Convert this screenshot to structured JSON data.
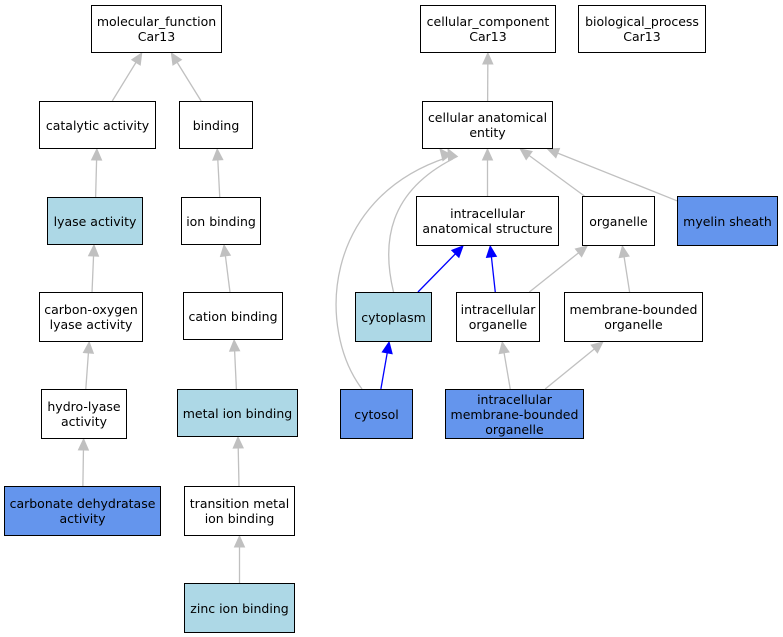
{
  "colors": {
    "default_fill": "#ffffff",
    "light_fill": "#add8e6",
    "dark_fill": "#6495ed",
    "gray_edge": "#c0c0c0",
    "blue_edge": "#0000ff"
  },
  "nodes": {
    "molecular_function": {
      "text": "molecular_function\nCar13",
      "fill": "white"
    },
    "catalytic_activity": {
      "text": "catalytic activity",
      "fill": "white"
    },
    "binding": {
      "text": "binding",
      "fill": "white"
    },
    "lyase_activity": {
      "text": "lyase activity",
      "fill": "light"
    },
    "ion_binding": {
      "text": "ion binding",
      "fill": "white"
    },
    "carbon_oxygen_lyase": {
      "text": "carbon-oxygen\nlyase activity",
      "fill": "white"
    },
    "cation_binding": {
      "text": "cation binding",
      "fill": "white"
    },
    "hydro_lyase": {
      "text": "hydro-lyase\nactivity",
      "fill": "white"
    },
    "metal_ion_binding": {
      "text": "metal ion binding",
      "fill": "light"
    },
    "carbonate_dehydratase": {
      "text": "carbonate dehydratase\nactivity",
      "fill": "dark"
    },
    "transition_metal_ion_binding": {
      "text": "transition metal\nion binding",
      "fill": "white"
    },
    "zinc_ion_binding": {
      "text": "zinc ion binding",
      "fill": "light"
    },
    "cellular_component": {
      "text": "cellular_component\nCar13",
      "fill": "white"
    },
    "biological_process": {
      "text": "biological_process\nCar13",
      "fill": "white"
    },
    "cellular_anatomical_entity": {
      "text": "cellular anatomical\nentity",
      "fill": "white"
    },
    "intracellular_anatomical_structure": {
      "text": "intracellular\nanatomical structure",
      "fill": "white"
    },
    "organelle": {
      "text": "organelle",
      "fill": "white"
    },
    "myelin_sheath": {
      "text": "myelin sheath",
      "fill": "dark"
    },
    "cytoplasm": {
      "text": "cytoplasm",
      "fill": "light"
    },
    "intracellular_organelle": {
      "text": "intracellular\norganelle",
      "fill": "white"
    },
    "membrane_bounded_organelle": {
      "text": "membrane-bounded\norganelle",
      "fill": "white"
    },
    "cytosol": {
      "text": "cytosol",
      "fill": "dark"
    },
    "intracellular_membrane_bounded_organelle": {
      "text": "intracellular\nmembrane-bounded\norganelle",
      "fill": "dark"
    }
  },
  "edges": [
    {
      "from": "catalytic_activity",
      "to": "molecular_function",
      "color": "gray"
    },
    {
      "from": "binding",
      "to": "molecular_function",
      "color": "gray"
    },
    {
      "from": "lyase_activity",
      "to": "catalytic_activity",
      "color": "gray"
    },
    {
      "from": "carbon_oxygen_lyase",
      "to": "lyase_activity",
      "color": "gray"
    },
    {
      "from": "hydro_lyase",
      "to": "carbon_oxygen_lyase",
      "color": "gray"
    },
    {
      "from": "carbonate_dehydratase",
      "to": "hydro_lyase",
      "color": "gray"
    },
    {
      "from": "ion_binding",
      "to": "binding",
      "color": "gray"
    },
    {
      "from": "cation_binding",
      "to": "ion_binding",
      "color": "gray"
    },
    {
      "from": "metal_ion_binding",
      "to": "cation_binding",
      "color": "gray"
    },
    {
      "from": "transition_metal_ion_binding",
      "to": "metal_ion_binding",
      "color": "gray"
    },
    {
      "from": "zinc_ion_binding",
      "to": "transition_metal_ion_binding",
      "color": "gray"
    },
    {
      "from": "cellular_anatomical_entity",
      "to": "cellular_component",
      "color": "gray"
    },
    {
      "from": "intracellular_anatomical_structure",
      "to": "cellular_anatomical_entity",
      "color": "gray"
    },
    {
      "from": "organelle",
      "to": "cellular_anatomical_entity",
      "color": "gray"
    },
    {
      "from": "myelin_sheath",
      "to": "cellular_anatomical_entity",
      "color": "gray"
    },
    {
      "from": "cytoplasm",
      "to": "cellular_anatomical_entity",
      "color": "gray"
    },
    {
      "from": "cytosol",
      "to": "cellular_anatomical_entity",
      "color": "gray"
    },
    {
      "from": "cytoplasm",
      "to": "intracellular_anatomical_structure",
      "color": "blue"
    },
    {
      "from": "intracellular_organelle",
      "to": "intracellular_anatomical_structure",
      "color": "blue"
    },
    {
      "from": "intracellular_organelle",
      "to": "organelle",
      "color": "gray"
    },
    {
      "from": "membrane_bounded_organelle",
      "to": "organelle",
      "color": "gray"
    },
    {
      "from": "cytosol",
      "to": "cytoplasm",
      "color": "blue"
    },
    {
      "from": "intracellular_membrane_bounded_organelle",
      "to": "intracellular_organelle",
      "color": "gray"
    },
    {
      "from": "intracellular_membrane_bounded_organelle",
      "to": "membrane_bounded_organelle",
      "color": "gray"
    }
  ]
}
